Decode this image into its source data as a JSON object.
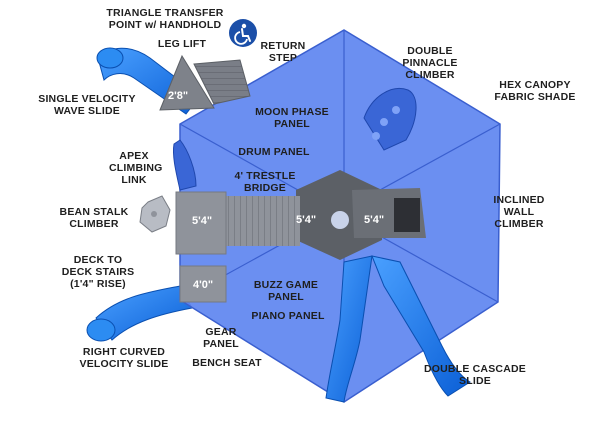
{
  "labels": {
    "triangle_transfer": "TRIANGLE  TRANSFER\nPOINT w/ HANDHOLD",
    "leg_lift": "LEG LIFT",
    "return_step": "RETURN\nSTEP",
    "double_pinnacle": "DOUBLE PINNACLE\nCLIMBER",
    "hex_canopy": "HEX CANOPY\nFABRIC SHADE",
    "single_velocity": "SINGLE VELOCITY\nWAVE SLIDE",
    "moon_phase": "MOON PHASE\nPANEL",
    "drum_panel": "DRUM PANEL",
    "apex_climbing": "APEX\nCLIMBING\nLINK",
    "trestle_bridge": "4' TRESTLE\nBRIDGE",
    "inclined_wall": "INCLINED\nWALL\nCLIMBER",
    "bean_stalk": "BEAN STALK\nCLIMBER",
    "deck_stairs": "DECK TO\nDECK STAIRS\n(1'4\" RISE)",
    "buzz_game": "BUZZ GAME\nPANEL",
    "piano_panel": "PIANO PANEL",
    "gear_panel": "GEAR\nPANEL",
    "bench_seat": "BENCH SEAT",
    "right_curved": "RIGHT CURVED\nVELOCITY SLIDE",
    "double_cascade": "DOUBLE CASCADE\nSLIDE"
  },
  "dimensions": {
    "triangle_deck": "2'8\"",
    "left_deck": "5'4\"",
    "center_deck": "5'4\"",
    "right_deck": "5'4\"",
    "lower_deck": "4'0\""
  },
  "colors": {
    "canopy": "#5e86f0",
    "slide": "#1a73e8",
    "deck": "#8f939b",
    "climber": "#3a66d6",
    "accessible_icon_bg": "#1b4fa8"
  },
  "icons": {
    "accessible": "wheelchair-accessibility-icon"
  }
}
